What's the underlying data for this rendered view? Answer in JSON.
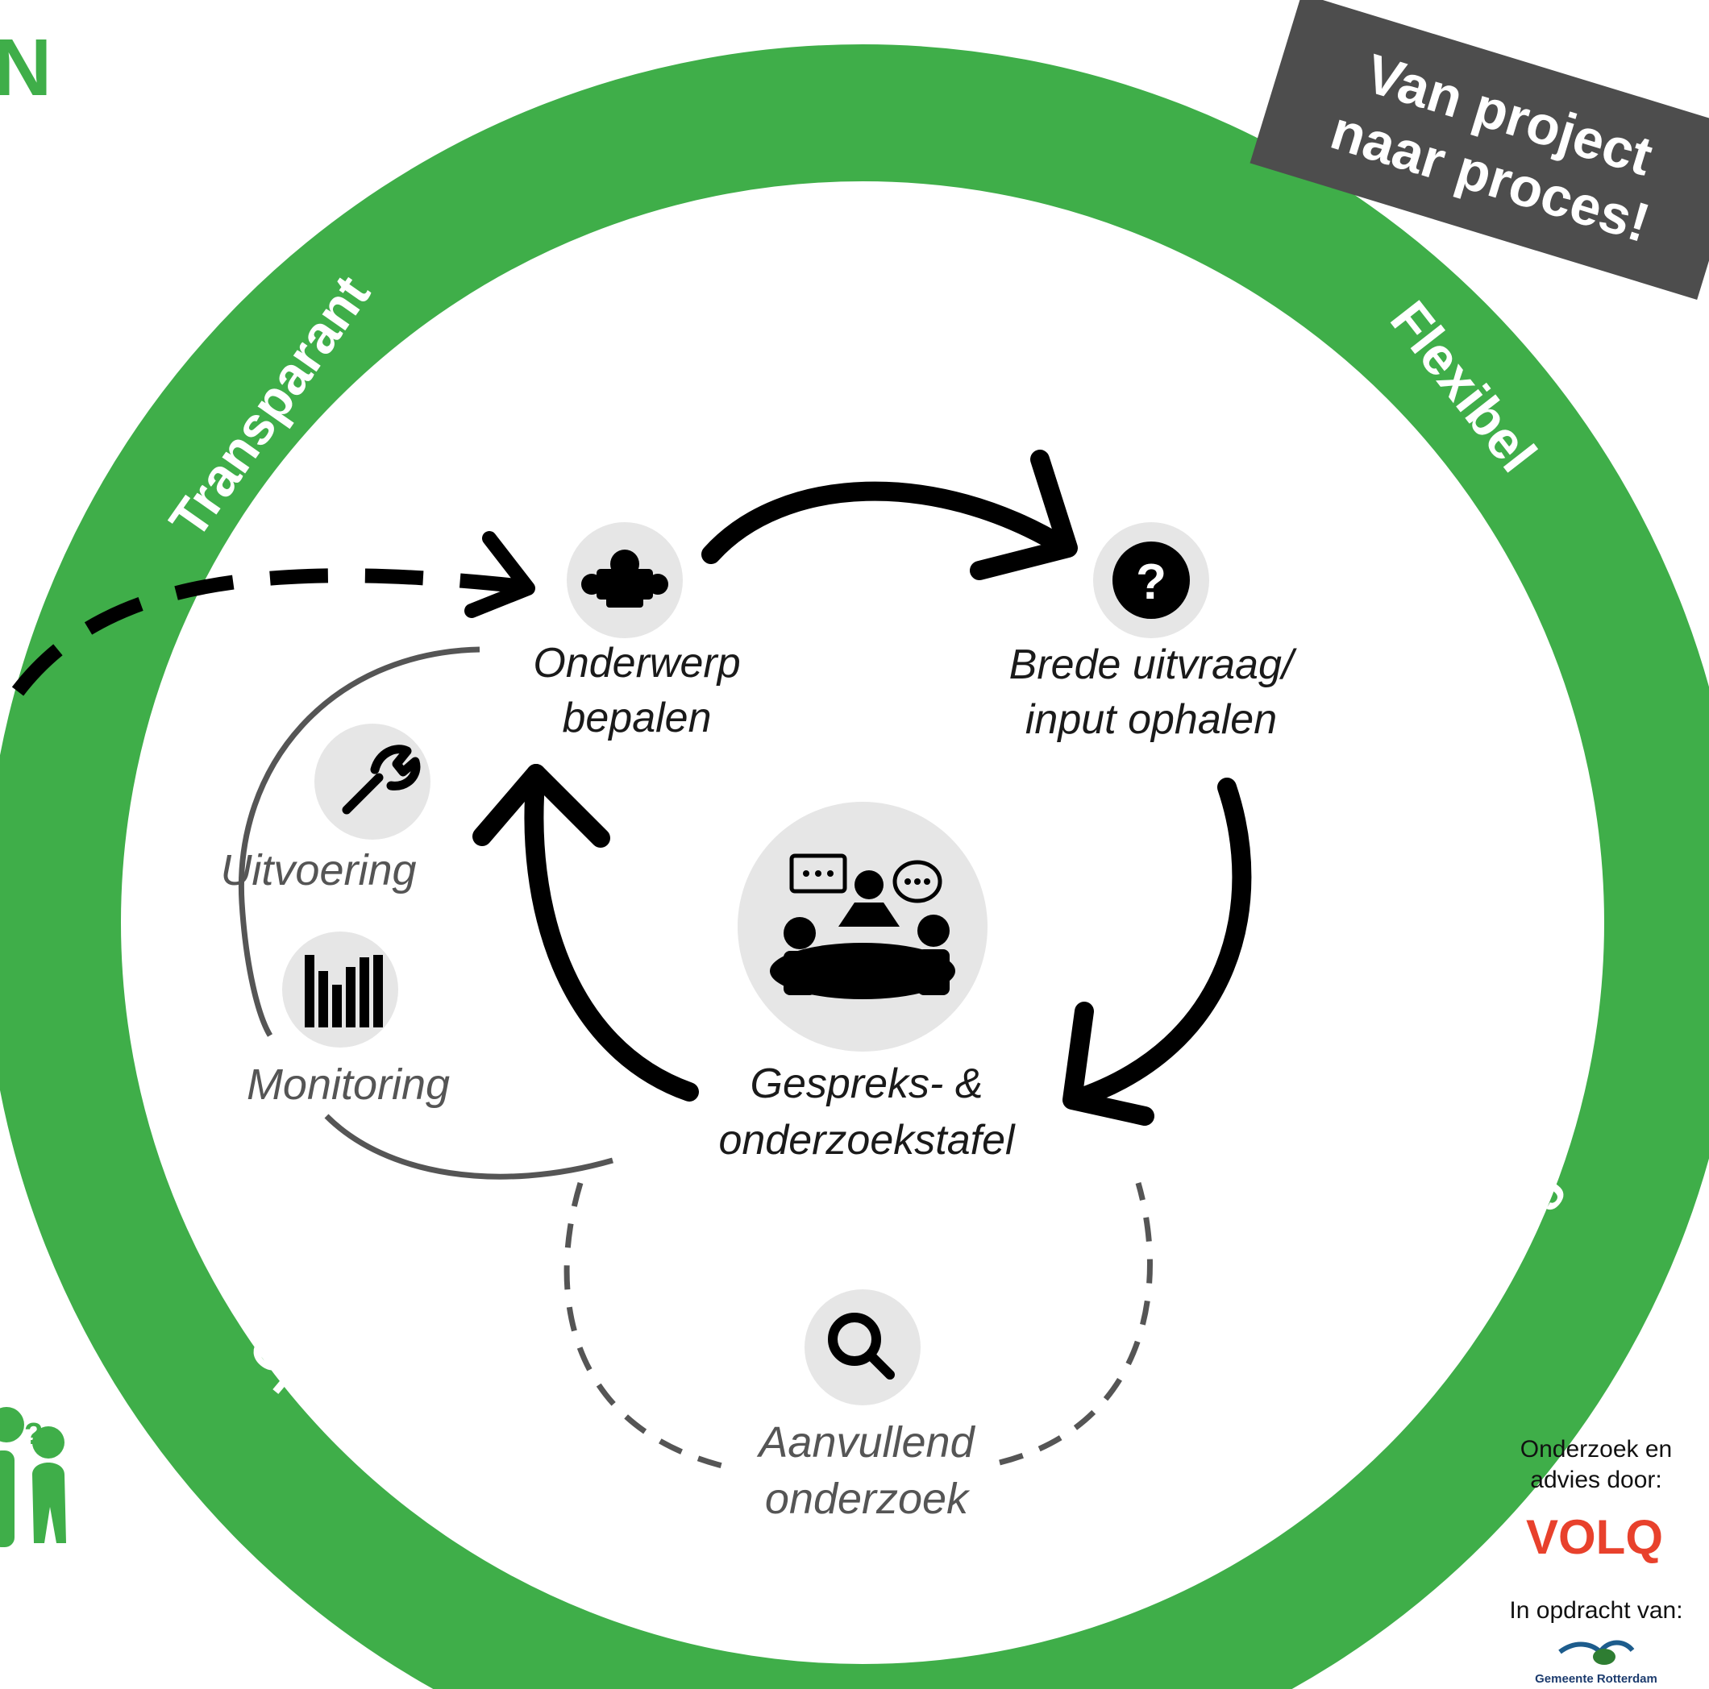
{
  "corner_title_fragment": "N",
  "ring": {
    "title": "Lerend proces",
    "labels": {
      "transparant": "Transparant",
      "flexibel": "Flexibel",
      "open": "Open",
      "laagdrempelig": "Laagdrempelig"
    }
  },
  "banner": {
    "line1": "Van project",
    "line2": "naar proces!"
  },
  "steps": {
    "onderwerp": {
      "line1": "Onderwerp",
      "line2": "bepalen",
      "icon": "puzzle-icon"
    },
    "uitvraag": {
      "line1": "Brede uitvraag/",
      "line2": "input ophalen",
      "icon": "question-icon"
    },
    "gesprek": {
      "line1": "Gespreks- &",
      "line2": "onderzoekstafel",
      "icon": "meeting-table-icon"
    },
    "aanvullend": {
      "line1": "Aanvullend",
      "line2": "onderzoek",
      "icon": "magnifier-icon"
    },
    "uitvoering": {
      "label": "Uitvoering",
      "icon": "wrench-icon"
    },
    "monitoring": {
      "label": "Monitoring",
      "icon": "bar-chart-icon"
    }
  },
  "credits": {
    "research_line1": "Onderzoek en",
    "research_line2": "advies door:",
    "research_logo": "VOLQ",
    "client_line": "In opdracht van:",
    "client_name": "Gemeente Rotterdam"
  },
  "colors": {
    "ring_green": "#3fae49",
    "banner_gray": "#4d4d4d",
    "icon_bg": "#e6e6e6",
    "arrow": "#000000",
    "volq_red": "#e8412c"
  }
}
